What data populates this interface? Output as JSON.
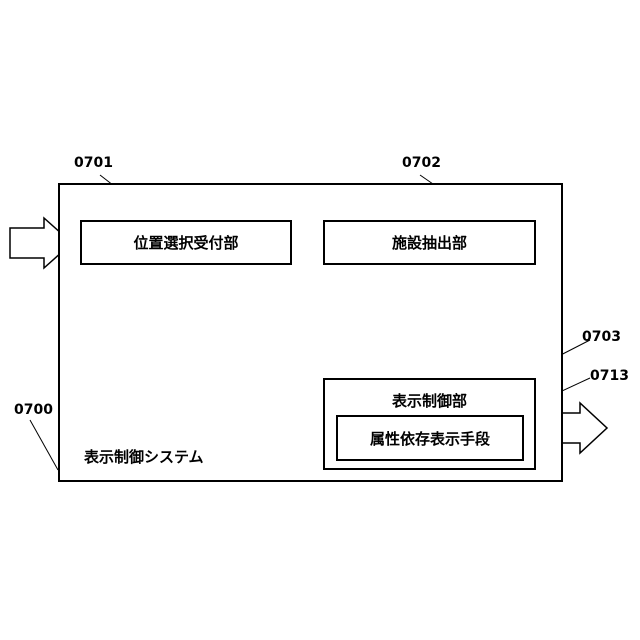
{
  "system": {
    "ref": "0700",
    "label": "表示制御システム"
  },
  "blocks": {
    "position_selection": {
      "ref": "0701",
      "label": "位置選択受付部"
    },
    "facility_extraction": {
      "ref": "0702",
      "label": "施設抽出部"
    },
    "display_control": {
      "ref": "0703",
      "label": "表示制御部"
    },
    "attribute_display": {
      "ref": "0713",
      "label": "属性依存表示手段"
    }
  }
}
